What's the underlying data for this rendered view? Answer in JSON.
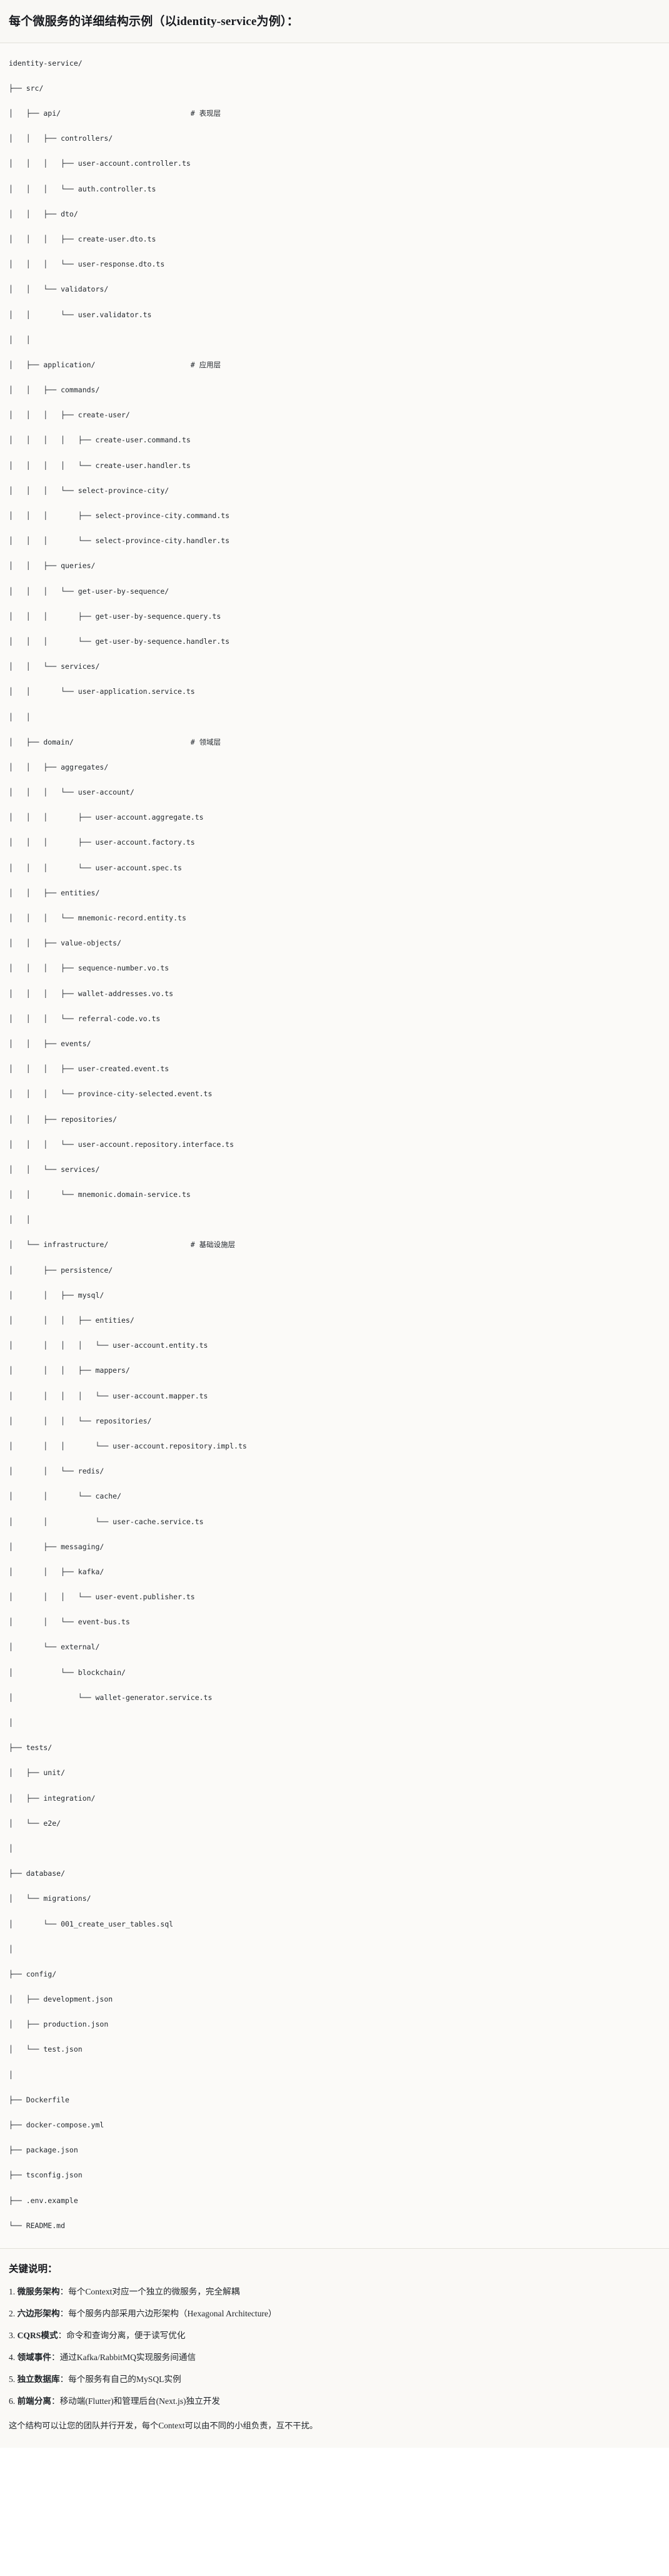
{
  "header": {
    "title": "每个微服务的详细结构示例（以identity-service为例）："
  },
  "tree": {
    "root_label": "identity-service/",
    "comment_marker": "#",
    "lines": [
      "identity-service/",
      "├── src/",
      "│   ├── api/                              # 表现层",
      "│   │   ├── controllers/",
      "│   │   │   ├── user-account.controller.ts",
      "│   │   │   └── auth.controller.ts",
      "│   │   ├── dto/",
      "│   │   │   ├── create-user.dto.ts",
      "│   │   │   └── user-response.dto.ts",
      "│   │   └── validators/",
      "│   │       └── user.validator.ts",
      "│   │",
      "│   ├── application/                      # 应用层",
      "│   │   ├── commands/",
      "│   │   │   ├── create-user/",
      "│   │   │   │   ├── create-user.command.ts",
      "│   │   │   │   └── create-user.handler.ts",
      "│   │   │   └── select-province-city/",
      "│   │   │       ├── select-province-city.command.ts",
      "│   │   │       └── select-province-city.handler.ts",
      "│   │   ├── queries/",
      "│   │   │   └── get-user-by-sequence/",
      "│   │   │       ├── get-user-by-sequence.query.ts",
      "│   │   │       └── get-user-by-sequence.handler.ts",
      "│   │   └── services/",
      "│   │       └── user-application.service.ts",
      "│   │",
      "│   ├── domain/                           # 领域层",
      "│   │   ├── aggregates/",
      "│   │   │   └── user-account/",
      "│   │   │       ├── user-account.aggregate.ts",
      "│   │   │       ├── user-account.factory.ts",
      "│   │   │       └── user-account.spec.ts",
      "│   │   ├── entities/",
      "│   │   │   └── mnemonic-record.entity.ts",
      "│   │   ├── value-objects/",
      "│   │   │   ├── sequence-number.vo.ts",
      "│   │   │   ├── wallet-addresses.vo.ts",
      "│   │   │   └── referral-code.vo.ts",
      "│   │   ├── events/",
      "│   │   │   ├── user-created.event.ts",
      "│   │   │   └── province-city-selected.event.ts",
      "│   │   ├── repositories/",
      "│   │   │   └── user-account.repository.interface.ts",
      "│   │   └── services/",
      "│   │       └── mnemonic.domain-service.ts",
      "│   │",
      "│   └── infrastructure/                   # 基础设施层",
      "│       ├── persistence/",
      "│       │   ├── mysql/",
      "│       │   │   ├── entities/",
      "│       │   │   │   └── user-account.entity.ts",
      "│       │   │   ├── mappers/",
      "│       │   │   │   └── user-account.mapper.ts",
      "│       │   │   └── repositories/",
      "│       │   │       └── user-account.repository.impl.ts",
      "│       │   └── redis/",
      "│       │       └── cache/",
      "│       │           └── user-cache.service.ts",
      "│       ├── messaging/",
      "│       │   ├── kafka/",
      "│       │   │   └── user-event.publisher.ts",
      "│       │   └── event-bus.ts",
      "│       └── external/",
      "│           └── blockchain/",
      "│               └── wallet-generator.service.ts",
      "│",
      "├── tests/",
      "│   ├── unit/",
      "│   ├── integration/",
      "│   └── e2e/",
      "│",
      "├── database/",
      "│   └── migrations/",
      "│       └── 001_create_user_tables.sql",
      "│",
      "├── config/",
      "│   ├── development.json",
      "│   ├── production.json",
      "│   └── test.json",
      "│",
      "├── Dockerfile",
      "├── docker-compose.yml",
      "├── package.json",
      "├── tsconfig.json",
      "├── .env.example",
      "└── README.md"
    ],
    "layer_comments": [
      {
        "path": "api/",
        "comment": "# 表现层"
      },
      {
        "path": "application/",
        "comment": "# 应用层"
      },
      {
        "path": "domain/",
        "comment": "# 领域层"
      },
      {
        "path": "infrastructure/",
        "comment": "# 基础设施层"
      }
    ]
  },
  "notes": {
    "title": "关键说明：",
    "items": [
      {
        "num": "1.",
        "term": "微服务架构",
        "sep": "：",
        "desc": "每个Context对应一个独立的微服务，完全解耦"
      },
      {
        "num": "2.",
        "term": "六边形架构",
        "sep": "：",
        "desc": "每个服务内部采用六边形架构（Hexagonal Architecture）"
      },
      {
        "num": "3.",
        "term": "CQRS模式",
        "sep": "：",
        "desc": "命令和查询分离，便于读写优化"
      },
      {
        "num": "4.",
        "term": "领域事件",
        "sep": "：",
        "desc": "通过Kafka/RabbitMQ实现服务间通信"
      },
      {
        "num": "5.",
        "term": "独立数据库",
        "sep": "：",
        "desc": "每个服务有自己的MySQL实例"
      },
      {
        "num": "6.",
        "term": "前端分离",
        "sep": "：",
        "desc": "移动端(Flutter)和管理后台(Next.js)独立开发"
      }
    ],
    "footer": "这个结构可以让您的团队并行开发，每个Context可以由不同的小组负责，互不干扰。"
  }
}
